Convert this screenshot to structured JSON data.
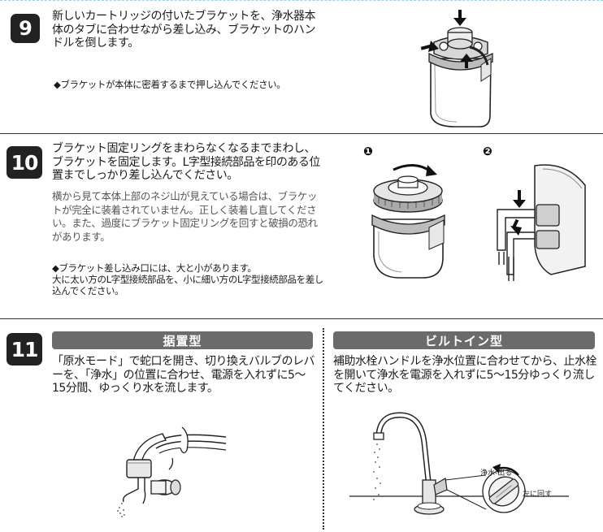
{
  "step9": {
    "number": "9",
    "text": "新しいカートリッジの付いたブラケットを、浄水器本体のタブに合わせながら差し込み、ブラケットのハンドルを倒します。",
    "note": "◆ブラケットが本体に密着するまで押し込んでください。"
  },
  "step10": {
    "number": "10",
    "text": "ブラケット固定リングをまわらなくなるまでまわし、ブラケットを固定します。L字型接続部品を印のある位置までしっかり差し込んでください。",
    "sub": "横から見て本体上部のネジ山が見えている場合は、ブラケットが完全に装着されていません。正しく装着し直してください。また、過度にブラケット固定リングを回すと破損の恐れがあります。",
    "note": "◆ブラケット差し込み口には、大と小があります。\n大に太い方のL字型接続部品を、小に細い方のL字型接続部品を差し込んでください。",
    "fig1_label": "❶",
    "fig2_label": "❷"
  },
  "step11": {
    "number": "11",
    "left": {
      "header": "据置型",
      "text": "「原水モード」で蛇口を開き、切り換えバルブのレバーを、「浄水」の位置に合わせ、電源を入れずに5〜15分間、ゆっくり水を流します。"
    },
    "right": {
      "header": "ビルトイン型",
      "text": "補助水栓ハンドルを浄水位置に合わせてから、止水栓を開いて浄水を電源を入れずに5〜15分ゆっくり流してください。",
      "label_outlet": "浄水-出る",
      "label_rotate": "左に回す"
    }
  }
}
